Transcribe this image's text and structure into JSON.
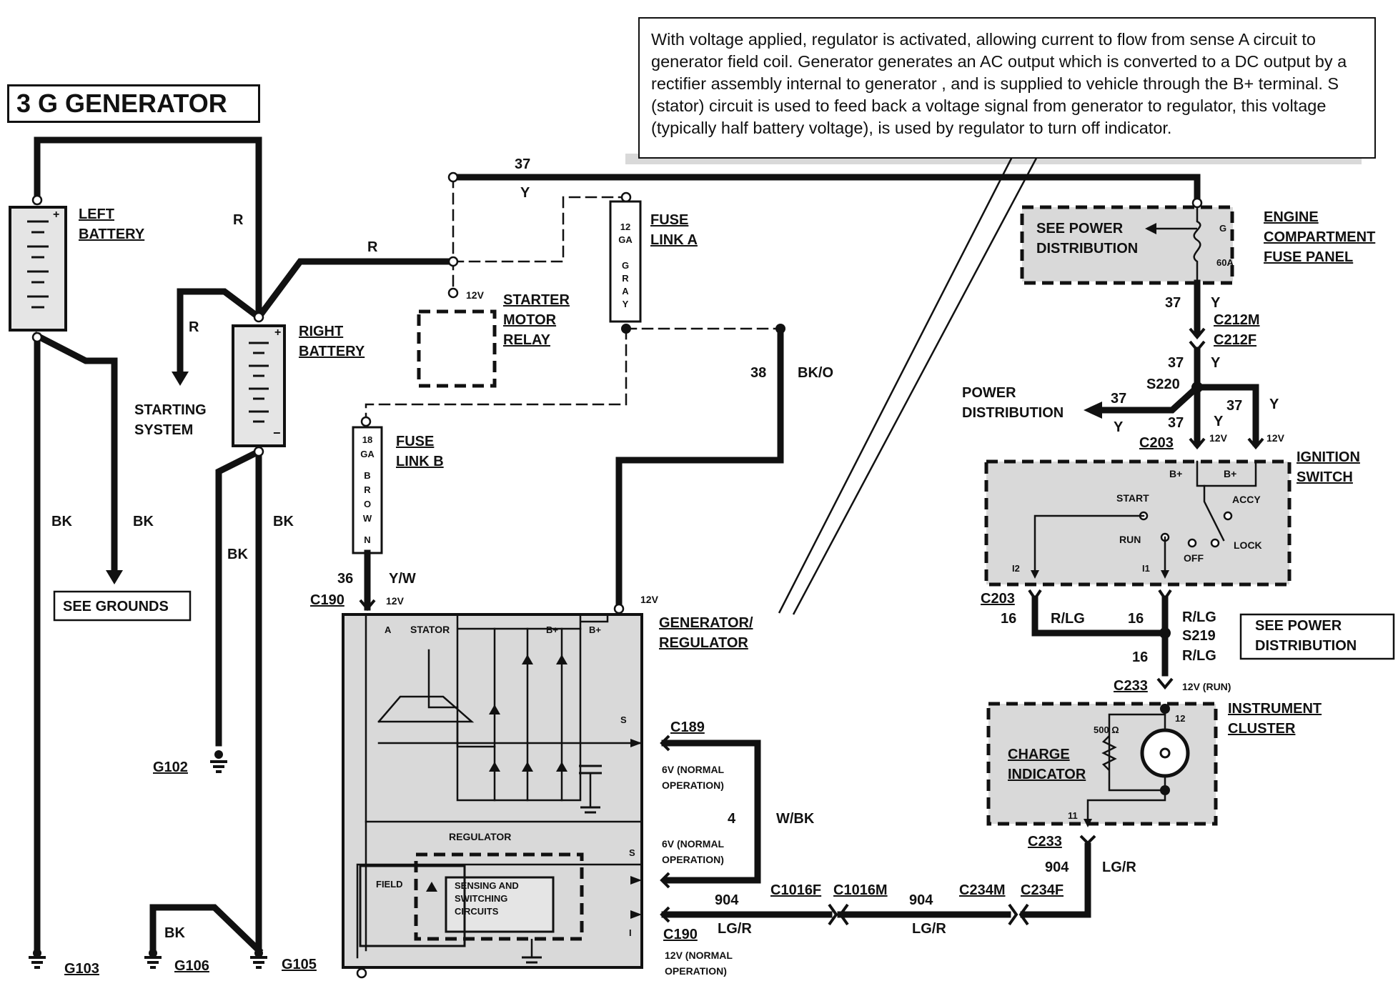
{
  "title": "3 G GENERATOR",
  "note": "With voltage applied, regulator is activated, allowing current to flow from sense A circuit to generator field coil. Generator  generates an AC output which is converted to a DC output by a rectifier assembly internal to generator , and is supplied to vehicle through the B+ terminal.  S (stator) circuit is used to feed back a voltage signal from generator  to regulator, this voltage (typically half battery voltage), is used by regulator to turn off indicator.",
  "components": {
    "left_battery": [
      "LEFT",
      "BATTERY"
    ],
    "right_battery": [
      "RIGHT",
      "BATTERY"
    ],
    "starting_system": [
      "STARTING",
      "SYSTEM"
    ],
    "see_grounds": "SEE GROUNDS",
    "starter_relay": [
      "STARTER",
      "MOTOR",
      "RELAY"
    ],
    "fuse_link_a": [
      "FUSE",
      "LINK A"
    ],
    "fuse_link_a_text": [
      "12",
      "GA",
      "G",
      "R",
      "A",
      "Y"
    ],
    "fuse_link_b": [
      "FUSE",
      "LINK B"
    ],
    "fuse_link_b_text": [
      "18",
      "GA",
      "B",
      "R",
      "O",
      "W",
      "N"
    ],
    "generator": [
      "GENERATOR/",
      "REGULATOR"
    ],
    "stator": "STATOR",
    "regulator": "REGULATOR",
    "field": "FIELD",
    "sensing": [
      "SENSING AND",
      "SWITCHING",
      "CIRCUITS"
    ],
    "engine_fuse_panel": [
      "ENGINE",
      "COMPARTMENT",
      "FUSE PANEL"
    ],
    "see_power_dist_1": [
      "SEE POWER",
      "DISTRIBUTION"
    ],
    "fuse_g": "G",
    "fuse_60a": "60A",
    "power_distribution": [
      "POWER",
      "DISTRIBUTION"
    ],
    "ignition_switch": [
      "IGNITION",
      "SWITCH"
    ],
    "ign_positions": {
      "start": "START",
      "accy": "ACCY",
      "run": "RUN",
      "off": "OFF",
      "lock": "LOCK",
      "i2": "I2",
      "i1": "I1",
      "bplus": "B+"
    },
    "see_power_dist_2": [
      "SEE POWER",
      "DISTRIBUTION"
    ],
    "instrument_cluster": [
      "INSTRUMENT",
      "CLUSTER"
    ],
    "charge_indicator": [
      "CHARGE",
      "INDICATOR"
    ],
    "resistor": "500 Ω"
  },
  "wires": {
    "r": "R",
    "bk": "BK",
    "y": "Y",
    "c37": "37",
    "c38": "38",
    "bk_o": "BK/O",
    "c36": "36",
    "y_w": "Y/W",
    "c4": "4",
    "w_bk": "W/BK",
    "c904": "904",
    "lg_r": "LG/R",
    "c16": "16",
    "r_lg": "R/LG",
    "v12": "12V",
    "v12_run": "12V (RUN)",
    "v6_a": [
      "6V (NORMAL",
      "OPERATION)"
    ],
    "v6_b": [
      "6V (NORMAL",
      "OPERATION)"
    ],
    "v12_norm": [
      "12V (NORMAL",
      "OPERATION)"
    ],
    "a": "A",
    "s": "S",
    "i": "I",
    "bp": "B+",
    "pin12": "12",
    "pin11": "11"
  },
  "connectors": {
    "c190": "C190",
    "c189": "C189",
    "c1016f": "C1016F",
    "c1016m": "C1016M",
    "c234m": "C234M",
    "c234f": "C234F",
    "c233": "C233",
    "c212m": "C212M",
    "c212f": "C212F",
    "s220": "S220",
    "c203": "C203",
    "s219": "S219"
  },
  "grounds": {
    "g102": "G102",
    "g103": "G103",
    "g106": "G106",
    "g105": "G105"
  }
}
